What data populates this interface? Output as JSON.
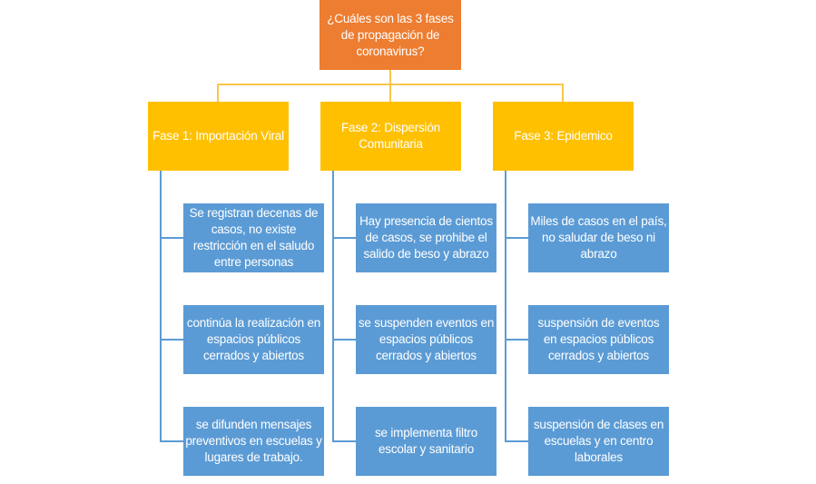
{
  "root": {
    "label": "¿Cuáles son las 3 fases de propagación de coronavirus?"
  },
  "phases": [
    {
      "label": "Fase 1: Importación Viral",
      "items": [
        "Se registran decenas de casos, no existe restricción en el saludo entre personas",
        "continúa la realización en espacios públicos cerrados y abiertos",
        "se difunden mensajes preventivos en escuelas y lugares de trabajo."
      ]
    },
    {
      "label": "Fase 2: Dispersión Comunitaria",
      "items": [
        "Hay presencia de cientos de casos, se prohibe el salido de beso y abrazo",
        "se suspenden eventos en espacios públicos cerrados y abiertos",
        "se implementa filtro escolar y sanitario"
      ]
    },
    {
      "label": "Fase 3: Epidemico",
      "items": [
        "Miles de casos en el país, no saludar de beso ni abrazo",
        "suspensión de eventos en espacios públicos cerrados y abiertos",
        "suspensión de clases en escuelas y en centro laborales"
      ]
    }
  ],
  "colors": {
    "root": "#ED7D31",
    "phase": "#FFC000",
    "item": "#5B9BD5"
  }
}
